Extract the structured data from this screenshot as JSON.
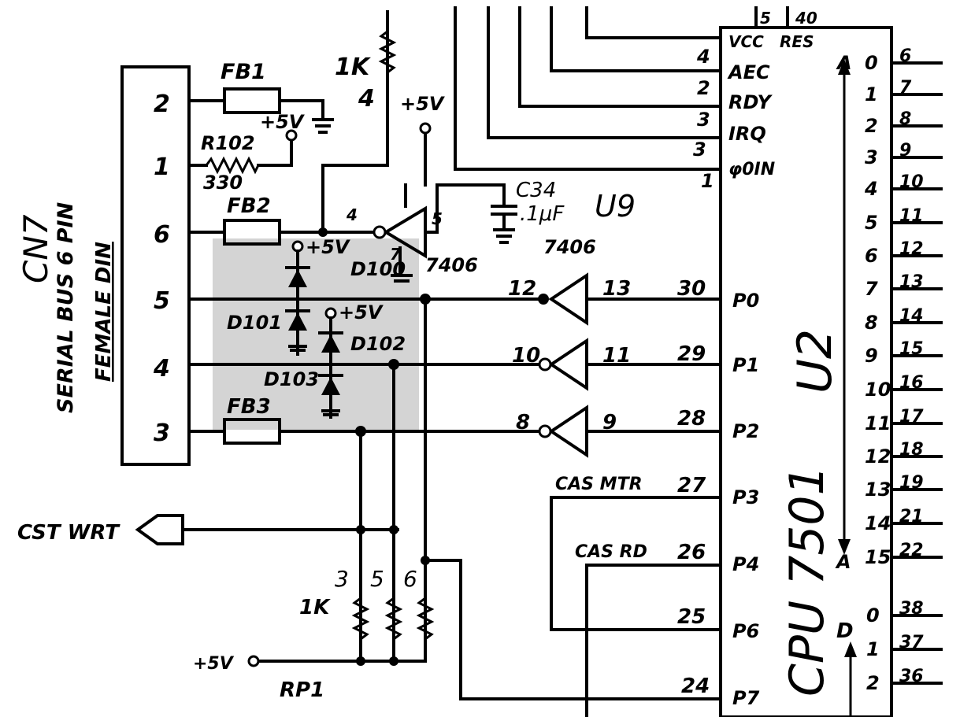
{
  "connector": {
    "ref": "CN7",
    "desc1": "SERIAL BUS 6 PIN",
    "desc2": "FEMALE DIN",
    "pins": [
      "2",
      "1",
      "6",
      "5",
      "4",
      "3"
    ]
  },
  "parts": {
    "fb1": "FB1",
    "fb2": "FB2",
    "fb3": "FB3",
    "r102": "R102",
    "r102_value": "330",
    "resistor_1k_top": "1K",
    "resistor_1k_top_pin": "4",
    "c34": "C34",
    "c34_value": ".1μF",
    "u9": "U9",
    "u9_type_a": "7406",
    "u9_type_b": "7406",
    "d100": "D100",
    "d101": "D101",
    "d102": "D102",
    "d103": "D103",
    "rp1": "RP1",
    "rp1_value": "1K",
    "rp1_pins": [
      "3",
      "5",
      "6"
    ]
  },
  "power": {
    "p5v": "+5V",
    "p5v_input": "+5V"
  },
  "signals": {
    "cst_wrt": "CST WRT",
    "cas_mtr": "CAS MTR",
    "cas_rd": "CAS RD"
  },
  "inverters": {
    "top_pins": [
      "4",
      "5",
      "7"
    ],
    "g1": [
      "12",
      "13"
    ],
    "g2": [
      "10",
      "11"
    ],
    "g3": [
      "8",
      "9"
    ]
  },
  "cpu": {
    "ref": "U2",
    "name": "CPU 7501",
    "top_pins": [
      "5",
      "40"
    ],
    "left_pins": [
      {
        "num": "4",
        "name": "VCC"
      },
      {
        "num": "2",
        "name": "AEC"
      },
      {
        "num": "3",
        "name": "RDY"
      },
      {
        "num": "3",
        "name": "IRQ"
      },
      {
        "num": "1",
        "name": "φ0IN"
      }
    ],
    "res_label": "RES",
    "port_pins": [
      {
        "num": "30",
        "name": "P0"
      },
      {
        "num": "29",
        "name": "P1"
      },
      {
        "num": "28",
        "name": "P2"
      },
      {
        "num": "27",
        "name": "P3"
      },
      {
        "num": "26",
        "name": "P4"
      },
      {
        "num": "25",
        "name": "P6"
      },
      {
        "num": "24",
        "name": "P7"
      }
    ],
    "addr_prefix_top": "A",
    "addr_prefix_bottom": "A",
    "addr_bits": [
      "0",
      "1",
      "2",
      "3",
      "4",
      "5",
      "6",
      "7",
      "8",
      "9",
      "10",
      "11",
      "12",
      "13",
      "14",
      "15"
    ],
    "addr_pins": [
      "6",
      "7",
      "8",
      "9",
      "10",
      "11",
      "12",
      "13",
      "14",
      "15",
      "16",
      "17",
      "18",
      "19",
      "21",
      "22"
    ],
    "data_prefix": "D",
    "data_bits": [
      "0",
      "1",
      "2"
    ],
    "data_pins": [
      "38",
      "37",
      "36"
    ]
  }
}
